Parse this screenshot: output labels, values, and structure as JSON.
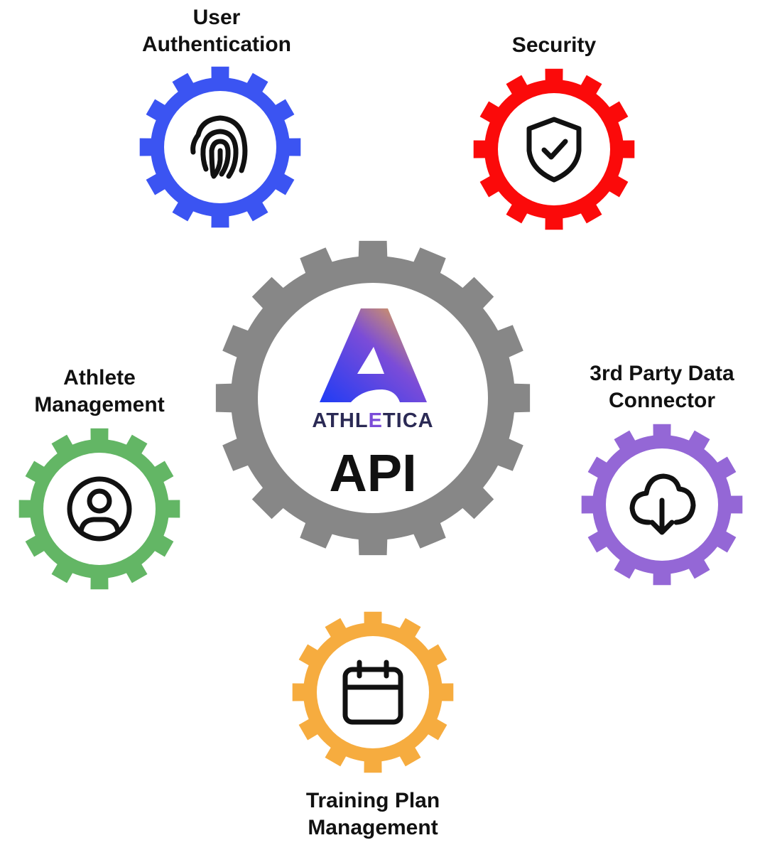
{
  "center": {
    "wordmark_left": "ATHL",
    "wordmark_accent": "E",
    "wordmark_right": "TICA",
    "title": "API",
    "gear_color": "#878787",
    "logo_colors": [
      "#1f3cf5",
      "#7b4cd8",
      "#f7b731"
    ]
  },
  "modules": [
    {
      "id": "user-authentication",
      "label_line1": "User",
      "label_line2": "Authentication",
      "icon": "fingerprint-icon",
      "color": "#3b54f2"
    },
    {
      "id": "security",
      "label_line1": "Security",
      "label_line2": "",
      "icon": "shield-check-icon",
      "color": "#fb0a0a"
    },
    {
      "id": "athlete-management",
      "label_line1": "Athlete",
      "label_line2": "Management",
      "icon": "user-circle-icon",
      "color": "#63b665"
    },
    {
      "id": "third-party-data-connector",
      "label_line1": "3rd Party Data",
      "label_line2": "Connector",
      "icon": "cloud-download-icon",
      "color": "#9467d6"
    },
    {
      "id": "training-plan-management",
      "label_line1": "Training Plan",
      "label_line2": "Management",
      "icon": "calendar-icon",
      "color": "#f6ac3f"
    }
  ]
}
